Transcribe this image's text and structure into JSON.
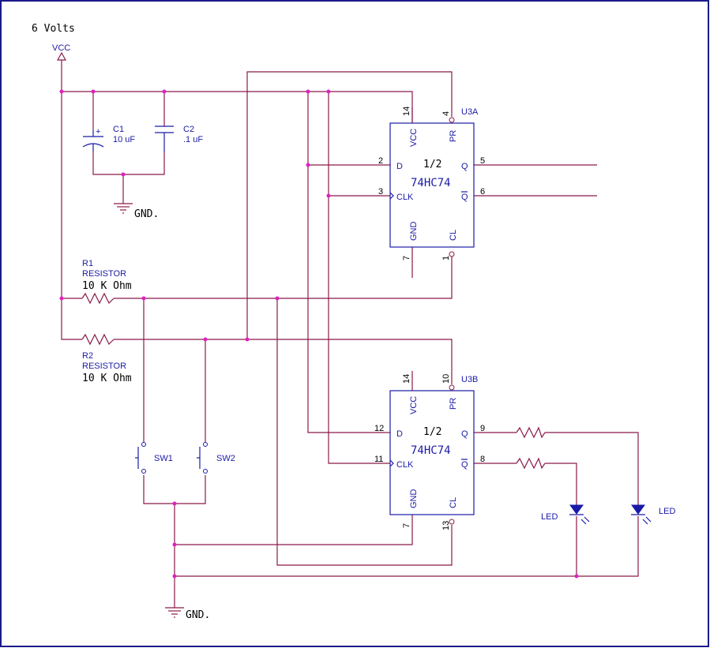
{
  "supply_label": "6 Volts",
  "vcc_label": "VCC",
  "gnd_top": "GND.",
  "gnd_bottom": "GND.",
  "c1": {
    "ref": "C1",
    "value": "10 uF",
    "polarity": "+"
  },
  "c2": {
    "ref": "C2",
    "value": ".1 uF"
  },
  "r1": {
    "ref": "R1",
    "type": "RESISTOR",
    "value": "10 K Ohm"
  },
  "r2": {
    "ref": "R2",
    "type": "RESISTOR",
    "value": "10 K Ohm"
  },
  "sw1": "SW1",
  "sw2": "SW2",
  "led_left": "LED",
  "led_right": "LED",
  "u3a": {
    "ref": "U3A",
    "half": "1/2",
    "part": "74HC74",
    "pins": {
      "vcc": "VCC",
      "pr": "PR",
      "d": "D",
      "clk": "CLK",
      "q": "Q",
      "qbar": "Q",
      "gnd": "GND",
      "cl": "CL"
    },
    "numbers": {
      "vcc": "14",
      "pr": "4",
      "d": "2",
      "clk": "3",
      "q": "5",
      "qbar": "6",
      "gnd": "7",
      "cl": "1"
    }
  },
  "u3b": {
    "ref": "U3B",
    "half": "1/2",
    "part": "74HC74",
    "pins": {
      "vcc": "VCC",
      "pr": "PR",
      "d": "D",
      "clk": "CLK",
      "q": "Q",
      "qbar": "Q",
      "gnd": "GND",
      "cl": "CL"
    },
    "numbers": {
      "vcc": "14",
      "pr": "10",
      "d": "12",
      "clk": "11",
      "q": "9",
      "qbar": "8",
      "gnd": "7",
      "cl": "13"
    }
  },
  "colors": {
    "wire": "#8b1a4a",
    "component": "#1a1aa8",
    "junction": "#e020c0",
    "border": "#1a1a8a"
  }
}
